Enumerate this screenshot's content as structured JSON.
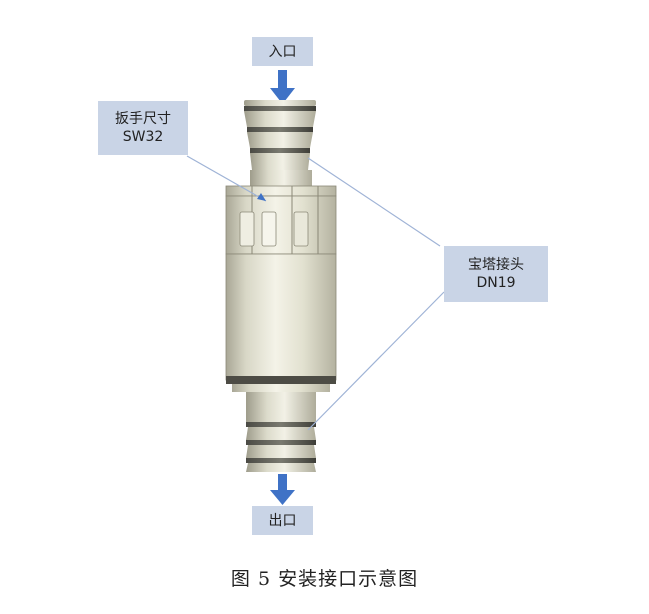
{
  "labels": {
    "inlet": "入口",
    "outlet": "出口",
    "wrench_line1": "扳手尺寸",
    "wrench_line2": "SW32",
    "barb_line1": "宝塔接头",
    "barb_line2": "DN19"
  },
  "caption": "图 5  安装接口示意图",
  "colors": {
    "label_bg": "#c9d4e6",
    "arrow": "#3f72c6",
    "leader_line": "#9fb3d6",
    "part_body": "#e4e3d4",
    "part_shadow": "#b9b7a6"
  }
}
